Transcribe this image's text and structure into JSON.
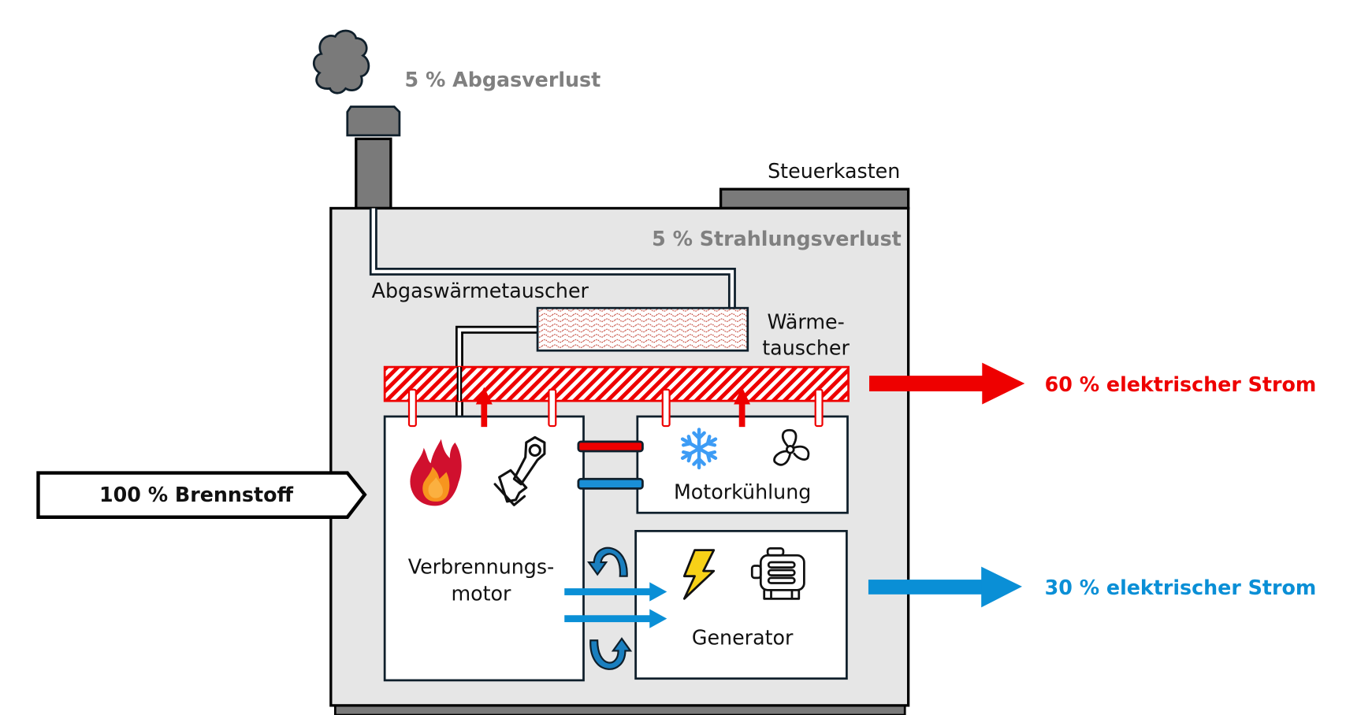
{
  "title": "Energieflussdiagramm Blockheizkraftwerk",
  "colors": {
    "heat": "#ee0000",
    "power": "#0a8fd6",
    "loss": "#808080",
    "housing": "#e6e6e6",
    "dark": "#0f1f2b"
  },
  "labels": {
    "exhaust_loss": "5 % Abgasverlust",
    "radiation_loss": "5 % Strahlungsverlust",
    "control_box": "Steuerkasten",
    "exhaust_heat_exchanger": "Abgaswärmetauscher",
    "heat_exchanger_line1": "Wärme-",
    "heat_exchanger_line2": "tauscher",
    "fuel_input": "100 % Brennstoff",
    "heat_output": "60 % elektrischer Strom",
    "power_output": "30 % elektrischer Strom",
    "engine_line1": "Verbrennungs-",
    "engine_line2": "motor",
    "engine_cooling": "Motorkühlung",
    "generator": "Generator"
  },
  "icons": {
    "smoke": "smoke-cloud-icon",
    "chimney": "chimney-icon",
    "fire": "flame-icon",
    "piston": "piston-icon",
    "snowflake": "snowflake-icon",
    "fan": "fan-icon",
    "lightning": "lightning-icon",
    "motor": "electric-motor-icon",
    "rotation": "rotation-arrow-icon"
  }
}
